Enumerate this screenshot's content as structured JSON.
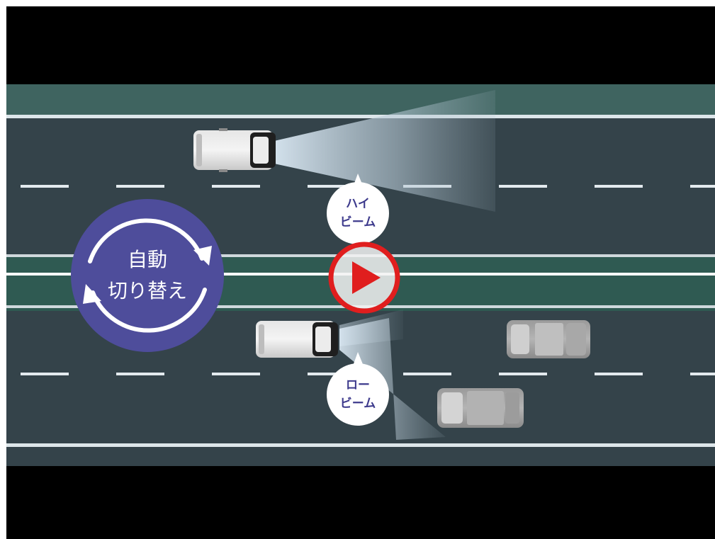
{
  "video": {
    "badge": {
      "line1": "自動",
      "line2": "切り替え"
    },
    "callouts": {
      "high_beam": {
        "line1": "ハイ",
        "line2": "ビーム"
      },
      "low_beam": {
        "line1": "ロー",
        "line2": "ビーム"
      }
    },
    "colors": {
      "road": "#34434a",
      "median": "#2f5a52",
      "badge": "#4e4d9b",
      "play_ring": "#e01e1e",
      "callout_text": "#3d3a8c"
    }
  }
}
